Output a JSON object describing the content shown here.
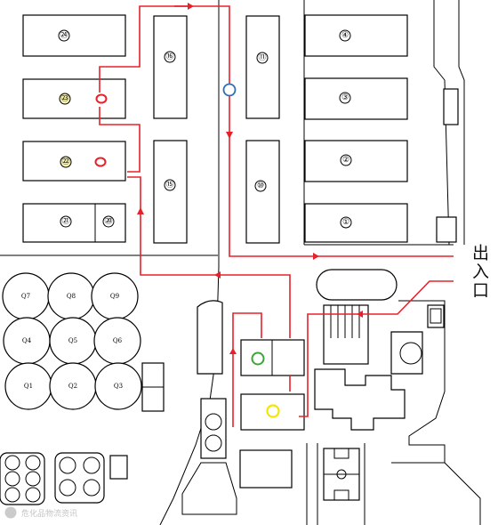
{
  "colors": {
    "route": "#e8202a",
    "marker_red": "#e8202a",
    "marker_blue": "#2f6db5",
    "marker_green": "#3aa637",
    "marker_yellow": "#f2e500",
    "yellow_fill": "#f7f3b0"
  },
  "exit_label": "出入口",
  "warehouses": {
    "w24": "㉔",
    "w23": "㉓",
    "w22": "㉒",
    "w21": "㉑",
    "w20": "⑳",
    "w16": "⑯",
    "w15": "⑮",
    "w11": "⑪",
    "w10": "⑩",
    "w4": "④",
    "w3": "③",
    "w2": "②",
    "w1": "①"
  },
  "tanks": [
    "Q7",
    "Q8",
    "Q9",
    "Q4",
    "Q5",
    "Q6",
    "Q1",
    "Q2",
    "Q3"
  ],
  "watermark": "危化品物流资讯"
}
